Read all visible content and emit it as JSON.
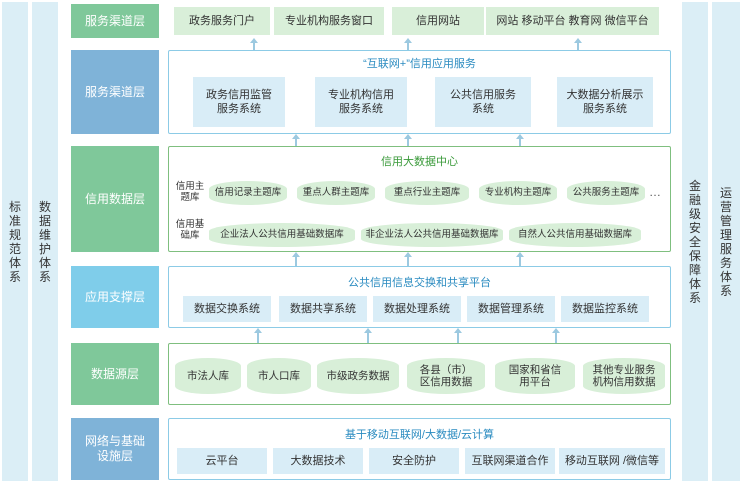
{
  "side_columns": {
    "left1": "标准规范体系",
    "left2": "数据维护体系",
    "right1": "金融级安全保障体系",
    "right2": "运营管理服务体系"
  },
  "layers": {
    "l1": "服务渠道层",
    "l2": "服务渠道层",
    "l3": "信用数据层",
    "l4": "应用支撑层",
    "l5": "数据源层",
    "l6": "网络与基础设施层"
  },
  "row1": {
    "items": [
      "政务服务门户",
      "专业机构服务窗口",
      "信用网站",
      "网站 移动平台 教育网 微信平台"
    ]
  },
  "row2": {
    "title": "“互联网+”信用应用服务",
    "items": [
      "政务信用监管服务系统",
      "专业机构信用服务系统",
      "公共信用服务系统",
      "大数据分析展示服务系统"
    ]
  },
  "row3": {
    "title": "信用大数据中心",
    "label1": "信用主题库",
    "label2": "信用基础库",
    "topics": [
      "信用记录主题库",
      "重点人群主题库",
      "重点行业主题库",
      "专业机构主题库",
      "公共服务主题库"
    ],
    "ellipsis": "…",
    "bases": [
      "企业法人公共信用基础数据库",
      "非企业法人公共信用基础数据库",
      "自然人公共信用基础数据库"
    ]
  },
  "row4": {
    "title": "公共信用信息交换和共享平台",
    "items": [
      "数据交换系统",
      "数据共享系统",
      "数据处理系统",
      "数据管理系统",
      "数据监控系统"
    ]
  },
  "row5": {
    "items": [
      "市法人库",
      "市人口库",
      "市级政务数据",
      "各县（市）区信用数据",
      "国家和省信用平台",
      "其他专业服务机构信用数据"
    ]
  },
  "row6": {
    "title": "基于移动互联网/大数据/云计算",
    "items": [
      "云平台",
      "大数据技术",
      "安全防护",
      "互联网渠道合作",
      "移动互联网 /微信等"
    ]
  },
  "colors": {
    "green_layer": "#7fc89a",
    "blue_layer": "#7fb3d8",
    "light_blue_layer": "#7fcdea",
    "side_column": "#dbeef6"
  }
}
